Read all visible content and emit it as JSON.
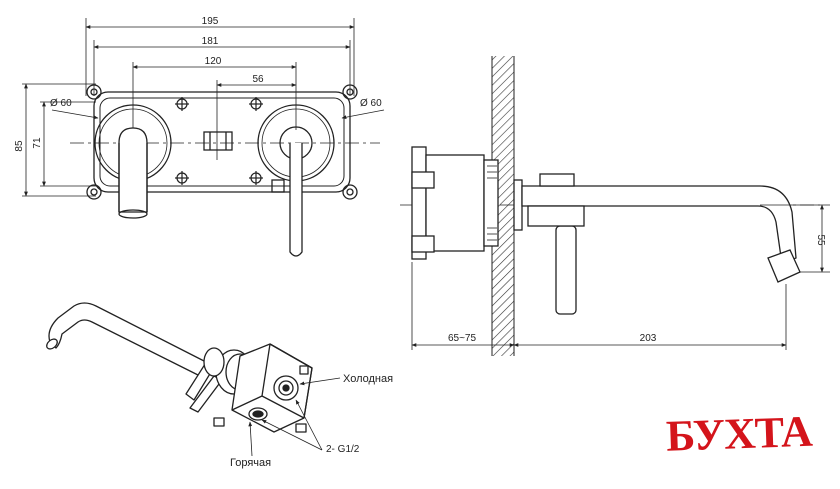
{
  "front_view": {
    "dim_width_outer": "195",
    "dim_width_inner": "181",
    "dim_center_spacing": "120",
    "dim_half_spacing": "56",
    "dim_height_outer": "85",
    "dim_height_inner": "71",
    "dim_left_diameter": "Ø 60",
    "dim_right_diameter": "Ø 60"
  },
  "side_view": {
    "dim_spout_drop": "55",
    "dim_wall_depth": "65~75",
    "dim_spout_length": "203"
  },
  "iso_view": {
    "label_cold": "Холодная",
    "label_hot": "Горячая",
    "label_connection": "2- G1/2"
  },
  "brand": {
    "logo_text": "БУХТА",
    "logo_color": "#d4141b"
  }
}
